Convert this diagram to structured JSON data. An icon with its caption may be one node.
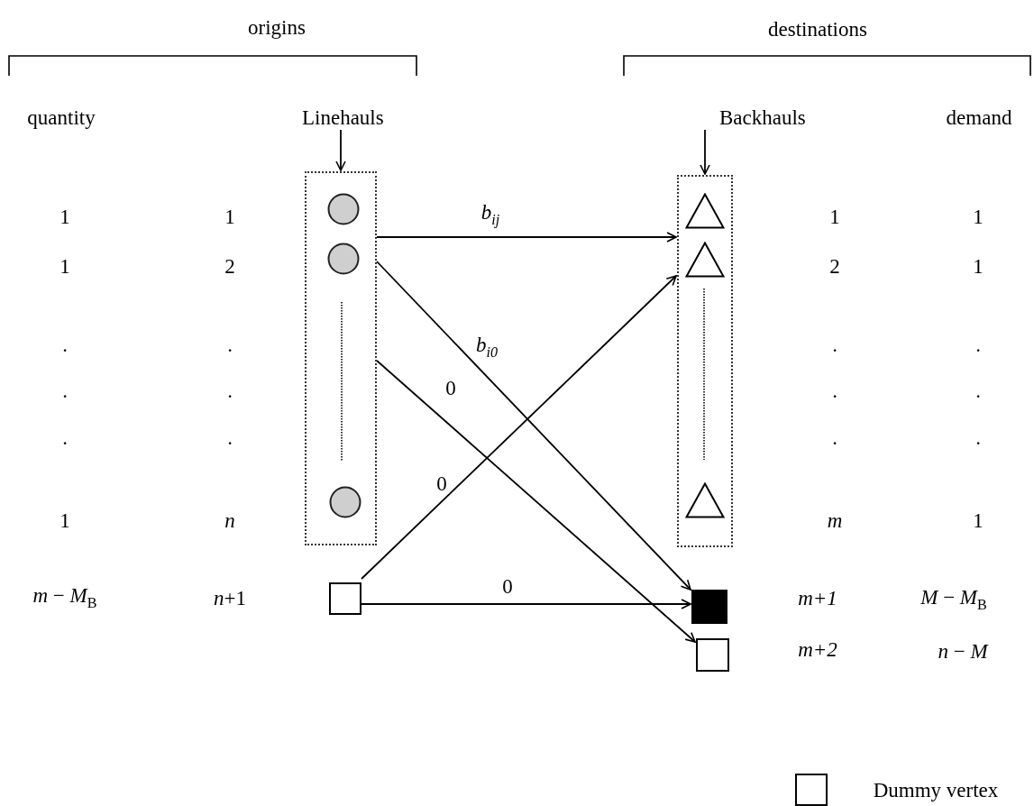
{
  "diagram": {
    "nodes": [
      {
        "text": [
          "Linehauls"
        ]
      },
      {
        "text": [],
        "shape": "box"
      },
      {
        "text": [],
        "shape": "circle",
        "in": 1
      },
      {
        "text": [],
        "shape": "circle",
        "in": 1
      },
      {
        "text": [],
        "shape": "circle",
        "in": 1
      },
      {
        "text": [],
        "shape": "box"
      },
      {
        "text": [
          "Backhauls"
        ]
      },
      {
        "text": [],
        "shape": "box"
      },
      {
        "text": [],
        "shape": "triangle",
        "in": 7
      },
      {
        "text": [],
        "shape": "triangle",
        "in": 7
      },
      {
        "text": [],
        "shape": "triangle",
        "in": 7
      },
      {
        "text": [],
        "shape": "box"
      },
      {
        "text": [],
        "shape": "box"
      }
    ],
    "edges": [
      {
        "from": 0,
        "to": 1,
        "arrow": "to"
      },
      {
        "from": 6,
        "to": 7,
        "arrow": "to"
      },
      {
        "from": 1,
        "to": 7,
        "arrow": "to",
        "label": "*b*$_{ij}$"
      },
      {
        "from": 1,
        "to": 11,
        "arrow": "to",
        "label": "*b*$_{i0}$"
      },
      {
        "from": 1,
        "to": 12,
        "arrow": "to",
        "label": "0"
      },
      {
        "from": 5,
        "to": 7,
        "arrow": "to",
        "label": "0"
      },
      {
        "from": 5,
        "to": 11,
        "arrow": "to",
        "label": "0"
      }
    ],
    "labels": [
      "origins",
      "destinations",
      "quantity",
      "demand",
      "1",
      "1",
      "1",
      "1",
      "1",
      "2",
      "2",
      "1",
      ".",
      ".",
      ".",
      ".",
      ".",
      ".",
      ".",
      ".",
      ".",
      ".",
      ".",
      ".",
      "1",
      "n",
      "m",
      "1",
      "*m* − *M*$_{B}$",
      "*n*+1",
      "m+1",
      "*M* − *M*$_{B}$",
      "m+2",
      "*n* − *M*"
    ],
    "legend": [
      {
        "text": "Dummy vertex"
      }
    ]
  }
}
